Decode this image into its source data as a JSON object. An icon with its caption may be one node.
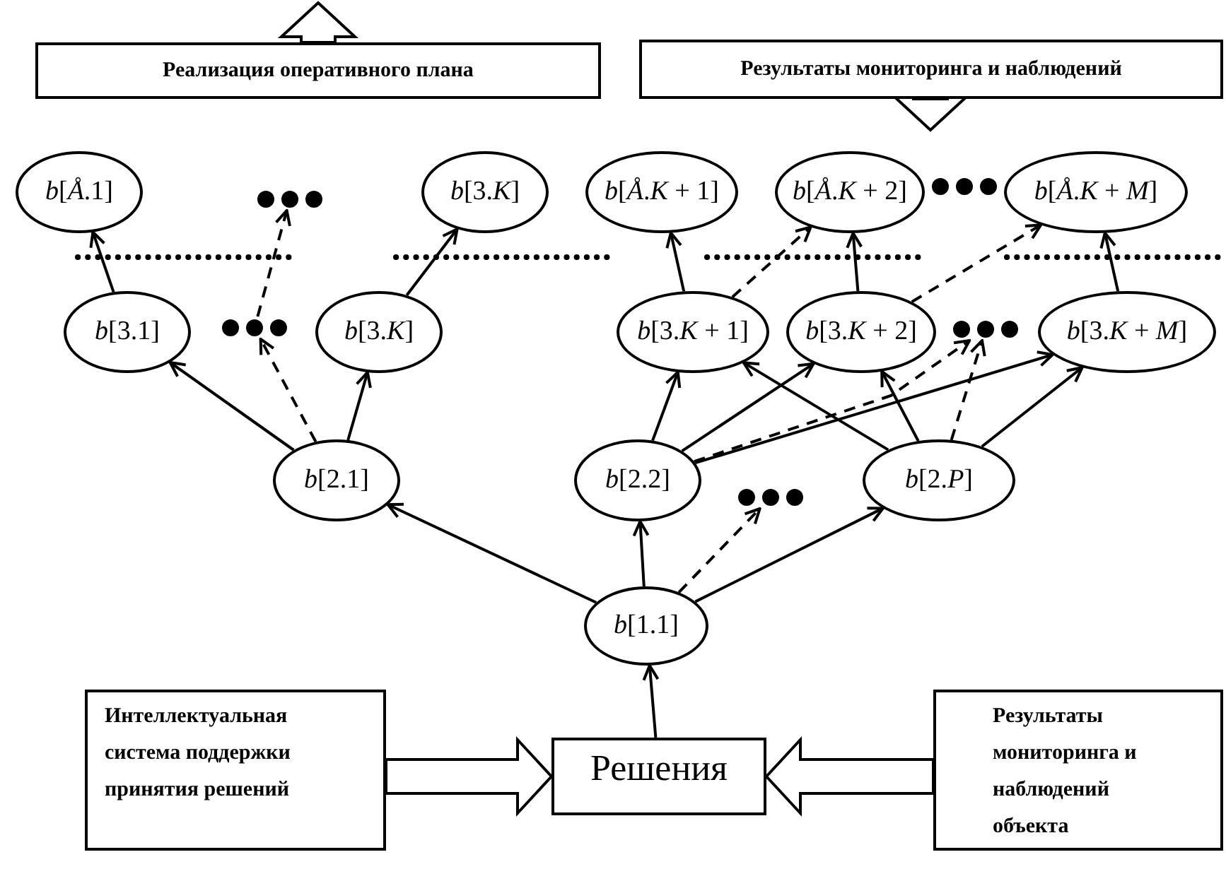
{
  "diagram": {
    "nodes": [
      {
        "text": [
          "Реализация оперативного плана"
        ]
      },
      {
        "text": [
          "Результаты мониторинга и наблюдений"
        ]
      },
      {
        "text": [
          "*b*[*Å*.1]"
        ]
      },
      {
        "text": [],
        "shape": "dots"
      },
      {
        "text": [
          "*b*[3.*K*]"
        ]
      },
      {
        "text": [
          "*b*[*Å*.*K* + 1]"
        ]
      },
      {
        "text": [
          "*b*[*Å*.*K* + 2]"
        ]
      },
      {
        "text": [],
        "shape": "dots"
      },
      {
        "text": [
          "*b*[*Å*.*K* + *M*]"
        ]
      },
      {
        "text": [
          "*b*[3.1]"
        ]
      },
      {
        "text": [],
        "shape": "dots"
      },
      {
        "text": [
          "*b*[3.*K*]"
        ]
      },
      {
        "text": [
          "*b*[3.*K* + 1]"
        ]
      },
      {
        "text": [
          "*b*[3.*K* + 2]"
        ]
      },
      {
        "text": [],
        "shape": "dots"
      },
      {
        "text": [
          "*b*[3.*K* + *M*]"
        ]
      },
      {
        "text": [
          "*b*[2.1]"
        ]
      },
      {
        "text": [
          "*b*[2.2]"
        ]
      },
      {
        "text": [],
        "shape": "dots"
      },
      {
        "text": [
          "*b*[2.*P*]"
        ]
      },
      {
        "text": [
          "*b*[1.1]"
        ]
      },
      {
        "text": [
          "Интеллектуальная система поддержки принятия решений"
        ]
      },
      {
        "text": [
          "Решения"
        ]
      },
      {
        "text": [
          "Результаты мониторинга и наблюдений объекта"
        ]
      }
    ],
    "edges": [
      {
        "from": 0,
        "to": null,
        "arrow": "to",
        "style": "thick"
      },
      {
        "from": 1,
        "to": null,
        "arrow": "to",
        "style": "thick"
      },
      {
        "from": 9,
        "to": 2,
        "arrow": "to"
      },
      {
        "from": 11,
        "to": 4,
        "arrow": "to"
      },
      {
        "from": 10,
        "to": 3,
        "arrow": "to",
        "style": "dashed"
      },
      {
        "from": 12,
        "to": 5,
        "arrow": "to"
      },
      {
        "from": 12,
        "to": 6,
        "arrow": "to",
        "style": "dashed"
      },
      {
        "from": 13,
        "to": 6,
        "arrow": "to"
      },
      {
        "from": 13,
        "to": 8,
        "arrow": "to",
        "style": "dashed"
      },
      {
        "from": 15,
        "to": 8,
        "arrow": "to"
      },
      {
        "from": 16,
        "to": 9,
        "arrow": "to"
      },
      {
        "from": 16,
        "to": 11,
        "arrow": "to"
      },
      {
        "from": 16,
        "to": 10,
        "arrow": "to",
        "style": "dashed"
      },
      {
        "from": 17,
        "to": 12,
        "arrow": "to"
      },
      {
        "from": 17,
        "to": 13,
        "arrow": "to"
      },
      {
        "from": 17,
        "to": 14,
        "arrow": "to",
        "style": "dashed"
      },
      {
        "from": 17,
        "to": 15,
        "arrow": "to"
      },
      {
        "from": 19,
        "to": 12,
        "arrow": "to"
      },
      {
        "from": 19,
        "to": 13,
        "arrow": "to"
      },
      {
        "from": 19,
        "to": 14,
        "arrow": "to",
        "style": "dashed"
      },
      {
        "from": 19,
        "to": 15,
        "arrow": "to"
      },
      {
        "from": 20,
        "to": 16,
        "arrow": "to"
      },
      {
        "from": 20,
        "to": 17,
        "arrow": "to"
      },
      {
        "from": 20,
        "to": 18,
        "arrow": "to",
        "style": "dashed"
      },
      {
        "from": 20,
        "to": 19,
        "arrow": "to"
      },
      {
        "from": 22,
        "to": 20,
        "arrow": "to"
      },
      {
        "from": 21,
        "to": 22,
        "arrow": "to",
        "style": "thick"
      },
      {
        "from": 23,
        "to": 22,
        "arrow": "to",
        "style": "thick"
      }
    ]
  }
}
